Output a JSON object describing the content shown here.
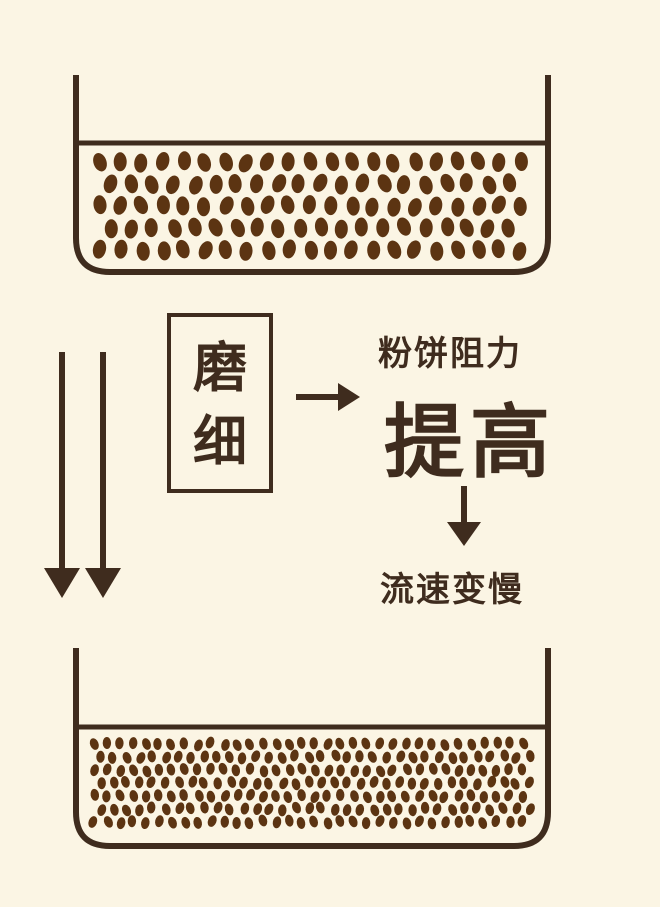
{
  "colors": {
    "background": "#fbf5e4",
    "ink": "#3f2c1e",
    "bean": "#5c3412"
  },
  "grind_box": {
    "text_line1": "磨",
    "text_line2": "细"
  },
  "result": {
    "resistance": "粉饼阻力",
    "increase": "提高",
    "flow": "流速变慢"
  },
  "beds": [
    {
      "name": "coarse-bed",
      "grind": "coarse"
    },
    {
      "name": "fine-bed",
      "grind": "fine"
    }
  ]
}
